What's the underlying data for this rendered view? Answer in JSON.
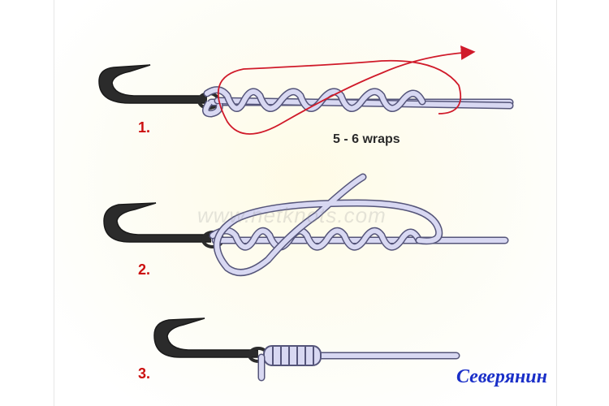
{
  "steps": [
    {
      "label": "1."
    },
    {
      "label": "2."
    },
    {
      "label": "3."
    }
  ],
  "wraps_label": "5 - 6 wraps",
  "watermark": "www.netknots.com",
  "signature": "Северянин",
  "colors": {
    "hook": "#2b2b2b",
    "line_fill": "#d8d8f2",
    "line_outline": "#55557a",
    "arrow": "#d01a2a",
    "step_label": "#cc1010"
  }
}
